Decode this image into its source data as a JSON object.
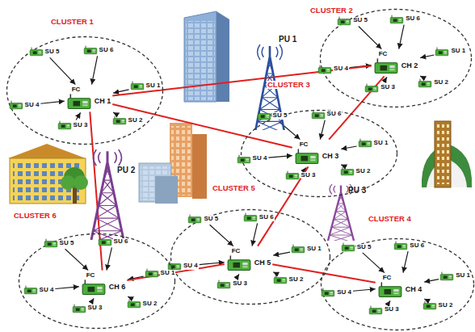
{
  "diagram": {
    "nodes": [
      {
        "text": [
          "CLUSTER 1"
        ]
      },
      {
        "text": [
          "FC",
          "CH 1"
        ],
        "in": 0
      },
      {
        "text": [
          "SU 1"
        ],
        "in": 0
      },
      {
        "text": [
          "SU 2"
        ],
        "in": 0
      },
      {
        "text": [
          "SU 3"
        ],
        "in": 0
      },
      {
        "text": [
          "SU 4"
        ],
        "in": 0
      },
      {
        "text": [
          "SU 5"
        ],
        "in": 0
      },
      {
        "text": [
          "SU 6"
        ],
        "in": 0
      },
      {
        "text": [
          "CLUSTER 2"
        ]
      },
      {
        "text": [
          "FC",
          "CH 2"
        ],
        "in": 8
      },
      {
        "text": [
          "SU 1"
        ],
        "in": 8
      },
      {
        "text": [
          "SU 2"
        ],
        "in": 8
      },
      {
        "text": [
          "SU 3"
        ],
        "in": 8
      },
      {
        "text": [
          "SU 4"
        ],
        "in": 8
      },
      {
        "text": [
          "SU 5"
        ],
        "in": 8
      },
      {
        "text": [
          "SU 6"
        ],
        "in": 8
      },
      {
        "text": [
          "CLUSTER 3"
        ]
      },
      {
        "text": [
          "FC",
          "CH 3"
        ],
        "in": 16
      },
      {
        "text": [
          "SU 1"
        ],
        "in": 16
      },
      {
        "text": [
          "SU 2"
        ],
        "in": 16
      },
      {
        "text": [
          "SU 3"
        ],
        "in": 16
      },
      {
        "text": [
          "SU 4"
        ],
        "in": 16
      },
      {
        "text": [
          "SU 5"
        ],
        "in": 16
      },
      {
        "text": [
          "SU 6"
        ],
        "in": 16
      },
      {
        "text": [
          "CLUSTER 4"
        ]
      },
      {
        "text": [
          "FC",
          "CH 4"
        ],
        "in": 24
      },
      {
        "text": [
          "SU 1"
        ],
        "in": 24
      },
      {
        "text": [
          "SU 2"
        ],
        "in": 24
      },
      {
        "text": [
          "SU 3"
        ],
        "in": 24
      },
      {
        "text": [
          "SU 4"
        ],
        "in": 24
      },
      {
        "text": [
          "SU 5"
        ],
        "in": 24
      },
      {
        "text": [
          "SU 6"
        ],
        "in": 24
      },
      {
        "text": [
          "CLUSTER 5"
        ]
      },
      {
        "text": [
          "FC",
          "CH 5"
        ],
        "in": 32
      },
      {
        "text": [
          "SU 1"
        ],
        "in": 32
      },
      {
        "text": [
          "SU 2"
        ],
        "in": 32
      },
      {
        "text": [
          "SU 3"
        ],
        "in": 32
      },
      {
        "text": [
          "SU 4"
        ],
        "in": 32
      },
      {
        "text": [
          "SU 5"
        ],
        "in": 32
      },
      {
        "text": [
          "SU 6"
        ],
        "in": 32
      },
      {
        "text": [
          "CLUSTER 6"
        ]
      },
      {
        "text": [
          "FC",
          "CH 6"
        ],
        "in": 40
      },
      {
        "text": [
          "SU 1"
        ],
        "in": 40
      },
      {
        "text": [
          "SU 2"
        ],
        "in": 40
      },
      {
        "text": [
          "SU 3"
        ],
        "in": 40
      },
      {
        "text": [
          "SU 4"
        ],
        "in": 40
      },
      {
        "text": [
          "SU 5"
        ],
        "in": 40
      },
      {
        "text": [
          "SU 6"
        ],
        "in": 40
      },
      {
        "text": [
          "PU 1"
        ]
      },
      {
        "text": [
          "PU 2"
        ]
      },
      {
        "text": [
          "PU 3"
        ]
      }
    ],
    "edges": [
      {
        "from": 2,
        "to": 1,
        "arrow": "to"
      },
      {
        "from": 3,
        "to": 1,
        "arrow": "to"
      },
      {
        "from": 4,
        "to": 1,
        "arrow": "to"
      },
      {
        "from": 5,
        "to": 1,
        "arrow": "to"
      },
      {
        "from": 6,
        "to": 1,
        "arrow": "to"
      },
      {
        "from": 7,
        "to": 1,
        "arrow": "to"
      },
      {
        "from": 10,
        "to": 9,
        "arrow": "to"
      },
      {
        "from": 11,
        "to": 9,
        "arrow": "to"
      },
      {
        "from": 12,
        "to": 9,
        "arrow": "to"
      },
      {
        "from": 13,
        "to": 9,
        "arrow": "to"
      },
      {
        "from": 14,
        "to": 9,
        "arrow": "to"
      },
      {
        "from": 15,
        "to": 9,
        "arrow": "to"
      },
      {
        "from": 18,
        "to": 17,
        "arrow": "to"
      },
      {
        "from": 19,
        "to": 17,
        "arrow": "to"
      },
      {
        "from": 20,
        "to": 17,
        "arrow": "to"
      },
      {
        "from": 21,
        "to": 17,
        "arrow": "to"
      },
      {
        "from": 22,
        "to": 17,
        "arrow": "to"
      },
      {
        "from": 23,
        "to": 17,
        "arrow": "to"
      },
      {
        "from": 26,
        "to": 25,
        "arrow": "to"
      },
      {
        "from": 27,
        "to": 25,
        "arrow": "to"
      },
      {
        "from": 28,
        "to": 25,
        "arrow": "to"
      },
      {
        "from": 29,
        "to": 25,
        "arrow": "to"
      },
      {
        "from": 30,
        "to": 25,
        "arrow": "to"
      },
      {
        "from": 31,
        "to": 25,
        "arrow": "to"
      },
      {
        "from": 34,
        "to": 33,
        "arrow": "to"
      },
      {
        "from": 35,
        "to": 33,
        "arrow": "to"
      },
      {
        "from": 36,
        "to": 33,
        "arrow": "to"
      },
      {
        "from": 37,
        "to": 33,
        "arrow": "to"
      },
      {
        "from": 38,
        "to": 33,
        "arrow": "to"
      },
      {
        "from": 39,
        "to": 33,
        "arrow": "to"
      },
      {
        "from": 42,
        "to": 41,
        "arrow": "to"
      },
      {
        "from": 43,
        "to": 41,
        "arrow": "to"
      },
      {
        "from": 44,
        "to": 41,
        "arrow": "to"
      },
      {
        "from": 45,
        "to": 41,
        "arrow": "to"
      },
      {
        "from": 46,
        "to": 41,
        "arrow": "to"
      },
      {
        "from": 47,
        "to": 41,
        "arrow": "to"
      },
      {
        "from": 1,
        "to": 9,
        "arrow": "none"
      },
      {
        "from": 1,
        "to": 17,
        "arrow": "none"
      },
      {
        "from": 1,
        "to": 41,
        "arrow": "none"
      },
      {
        "from": 9,
        "to": 17,
        "arrow": "none"
      },
      {
        "from": 17,
        "to": 33,
        "arrow": "none"
      },
      {
        "from": 41,
        "to": 33,
        "arrow": "none"
      },
      {
        "from": 33,
        "to": 25,
        "arrow": "none"
      }
    ]
  }
}
